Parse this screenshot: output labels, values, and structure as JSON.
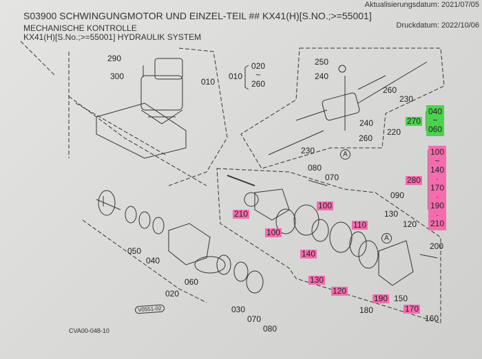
{
  "header": {
    "title": "S03900 SCHWINGUNGMOTOR UND EINZEL-TEIL ## KX41(H)[S.NO.;>=55001]",
    "subtitle1": "MECHANISCHE KONTROLLE",
    "subtitle2": "KX41(H)[S.No.;>=55001] HYDRAULIK SYSTEM",
    "update_date": "Aktualisierungsdatum: 2021/07/05",
    "print_date": "Druckdatum: 2022/10/06"
  },
  "labels": {
    "l290": "290",
    "l300": "300",
    "l010a": "010",
    "l010b": "010",
    "r020": "020",
    "tilde": "~",
    "r260": "260",
    "l250": "250",
    "l240a": "240",
    "l260a": "260",
    "l230a": "230",
    "l240b": "240",
    "l260b": "260",
    "l220": "220",
    "l230b": "230",
    "circleA": "A",
    "l270": "270",
    "r040": "040",
    "r060": "060",
    "l280": "280",
    "r100": "100",
    "r140": "140",
    "r170": "170",
    "r190": "190",
    "r210": "210",
    "dot": "·",
    "l080a": "080",
    "l070a": "070",
    "l090": "090",
    "l210": "210",
    "l100a": "100",
    "l100b": "100",
    "l110": "110",
    "l130a": "130",
    "l120a": "120",
    "l050": "050",
    "l040": "040",
    "l060": "060",
    "l020": "020",
    "l140": "140",
    "l130b": "130",
    "l120b": "120",
    "l200": "200",
    "l190": "190",
    "l150": "150",
    "l180": "180",
    "l170": "170",
    "l160": "160",
    "l030": "030",
    "l070b": "070",
    "l080b": "080"
  },
  "stamp": "V0551-02",
  "drawing_code": "CVA00-048-10",
  "colors": {
    "pink_highlight": "#f46cae",
    "green_highlight": "#4bd34e"
  }
}
